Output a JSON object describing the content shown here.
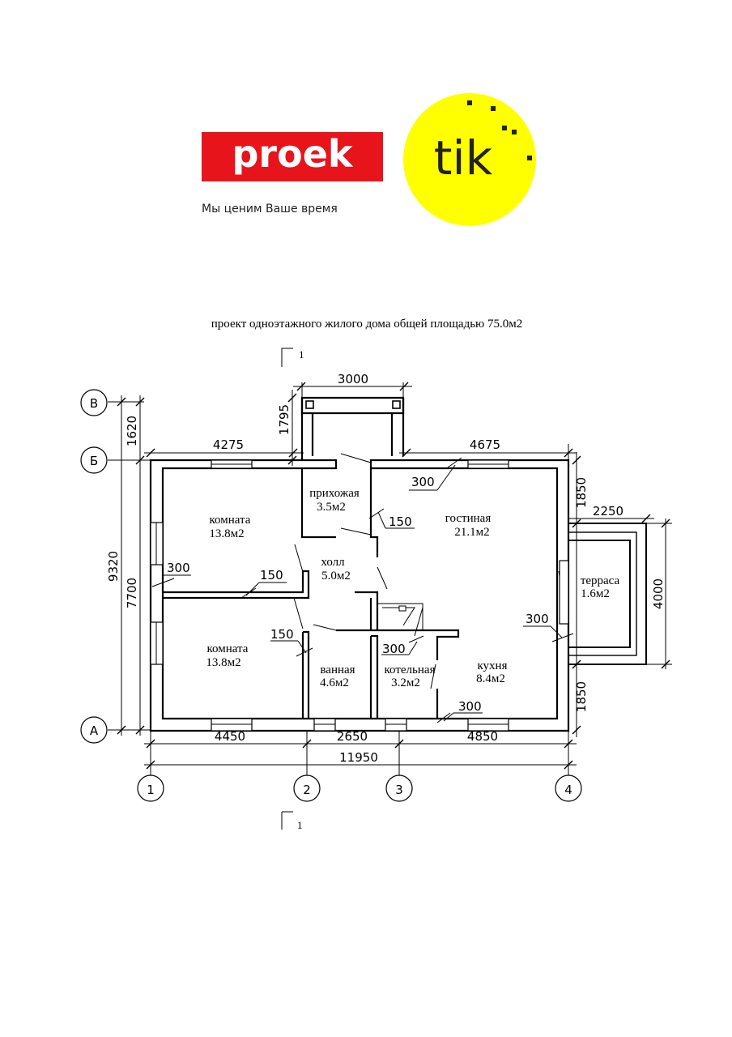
{
  "logo": {
    "part1": "proek",
    "part2": "tik",
    "slogan": "Мы ценим Ваше время",
    "colors": {
      "red": "#e8141c",
      "yellow": "#ffff00",
      "text_dark": "#222222"
    }
  },
  "plan": {
    "title": "проект одноэтажного жилого дома общей площадью  75.0м2",
    "section_mark": "1",
    "rooms": {
      "hallway_entry": {
        "name": "прихожая",
        "area": "3.5м2"
      },
      "living": {
        "name": "гостиная",
        "area": "21.1м2"
      },
      "room_top": {
        "name": "комната",
        "area": "13.8м2"
      },
      "hall": {
        "name": "холл",
        "area": "5.0м2"
      },
      "terrace": {
        "name": "терраса",
        "area": "1.6м2"
      },
      "room_bottom": {
        "name": "комната",
        "area": "13.8м2"
      },
      "bathroom": {
        "name": "ванная",
        "area": "4.6м2"
      },
      "boiler": {
        "name": "котельная",
        "area": "3.2м2"
      },
      "kitchen": {
        "name": "кухня",
        "area": "8.4м2"
      }
    },
    "axes": {
      "a": "А",
      "b": "Б",
      "v": "В",
      "n1": "1",
      "n2": "2",
      "n3": "3",
      "n4": "4"
    },
    "dims": {
      "porch_width": "3000",
      "porch_depth": "1795",
      "left_top": "4275",
      "right_top": "4675",
      "total_height": "9320",
      "height_vb": "1620",
      "height_ab": "7700",
      "terrace_top": "1850",
      "terrace_width": "2250",
      "terrace_height": "4000",
      "terrace_bottom": "1850",
      "bottom_1": "4450",
      "bottom_2": "2650",
      "bottom_3": "4850",
      "total_width": "11950",
      "wall_300_a": "300",
      "wall_300_b": "300",
      "wall_300_c": "300",
      "wall_300_d": "300",
      "wall_300_e": "300",
      "part_150_a": "150",
      "part_150_b": "150",
      "part_150_c": "150"
    }
  }
}
